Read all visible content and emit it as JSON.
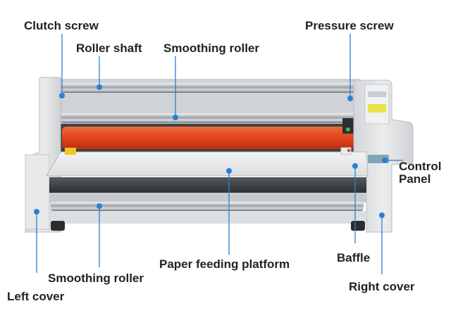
{
  "labels": {
    "clutch_screw": "Clutch screw",
    "roller_shaft": "Roller shaft",
    "smoothing_roller_top": "Smoothing roller",
    "pressure_screw": "Pressure screw",
    "control_panel": "Control\nPanel",
    "baffle": "Baffle",
    "paper_feeding_platform": "Paper feeding platform",
    "smoothing_roller_bottom": "Smoothing roller",
    "left_cover": "Left cover",
    "right_cover": "Right cover"
  },
  "colors": {
    "callout": "#2a7fd4",
    "text": "#222222",
    "roller": "#e2431c",
    "body": "#e4e5e7",
    "steel": "#a8adb3"
  }
}
